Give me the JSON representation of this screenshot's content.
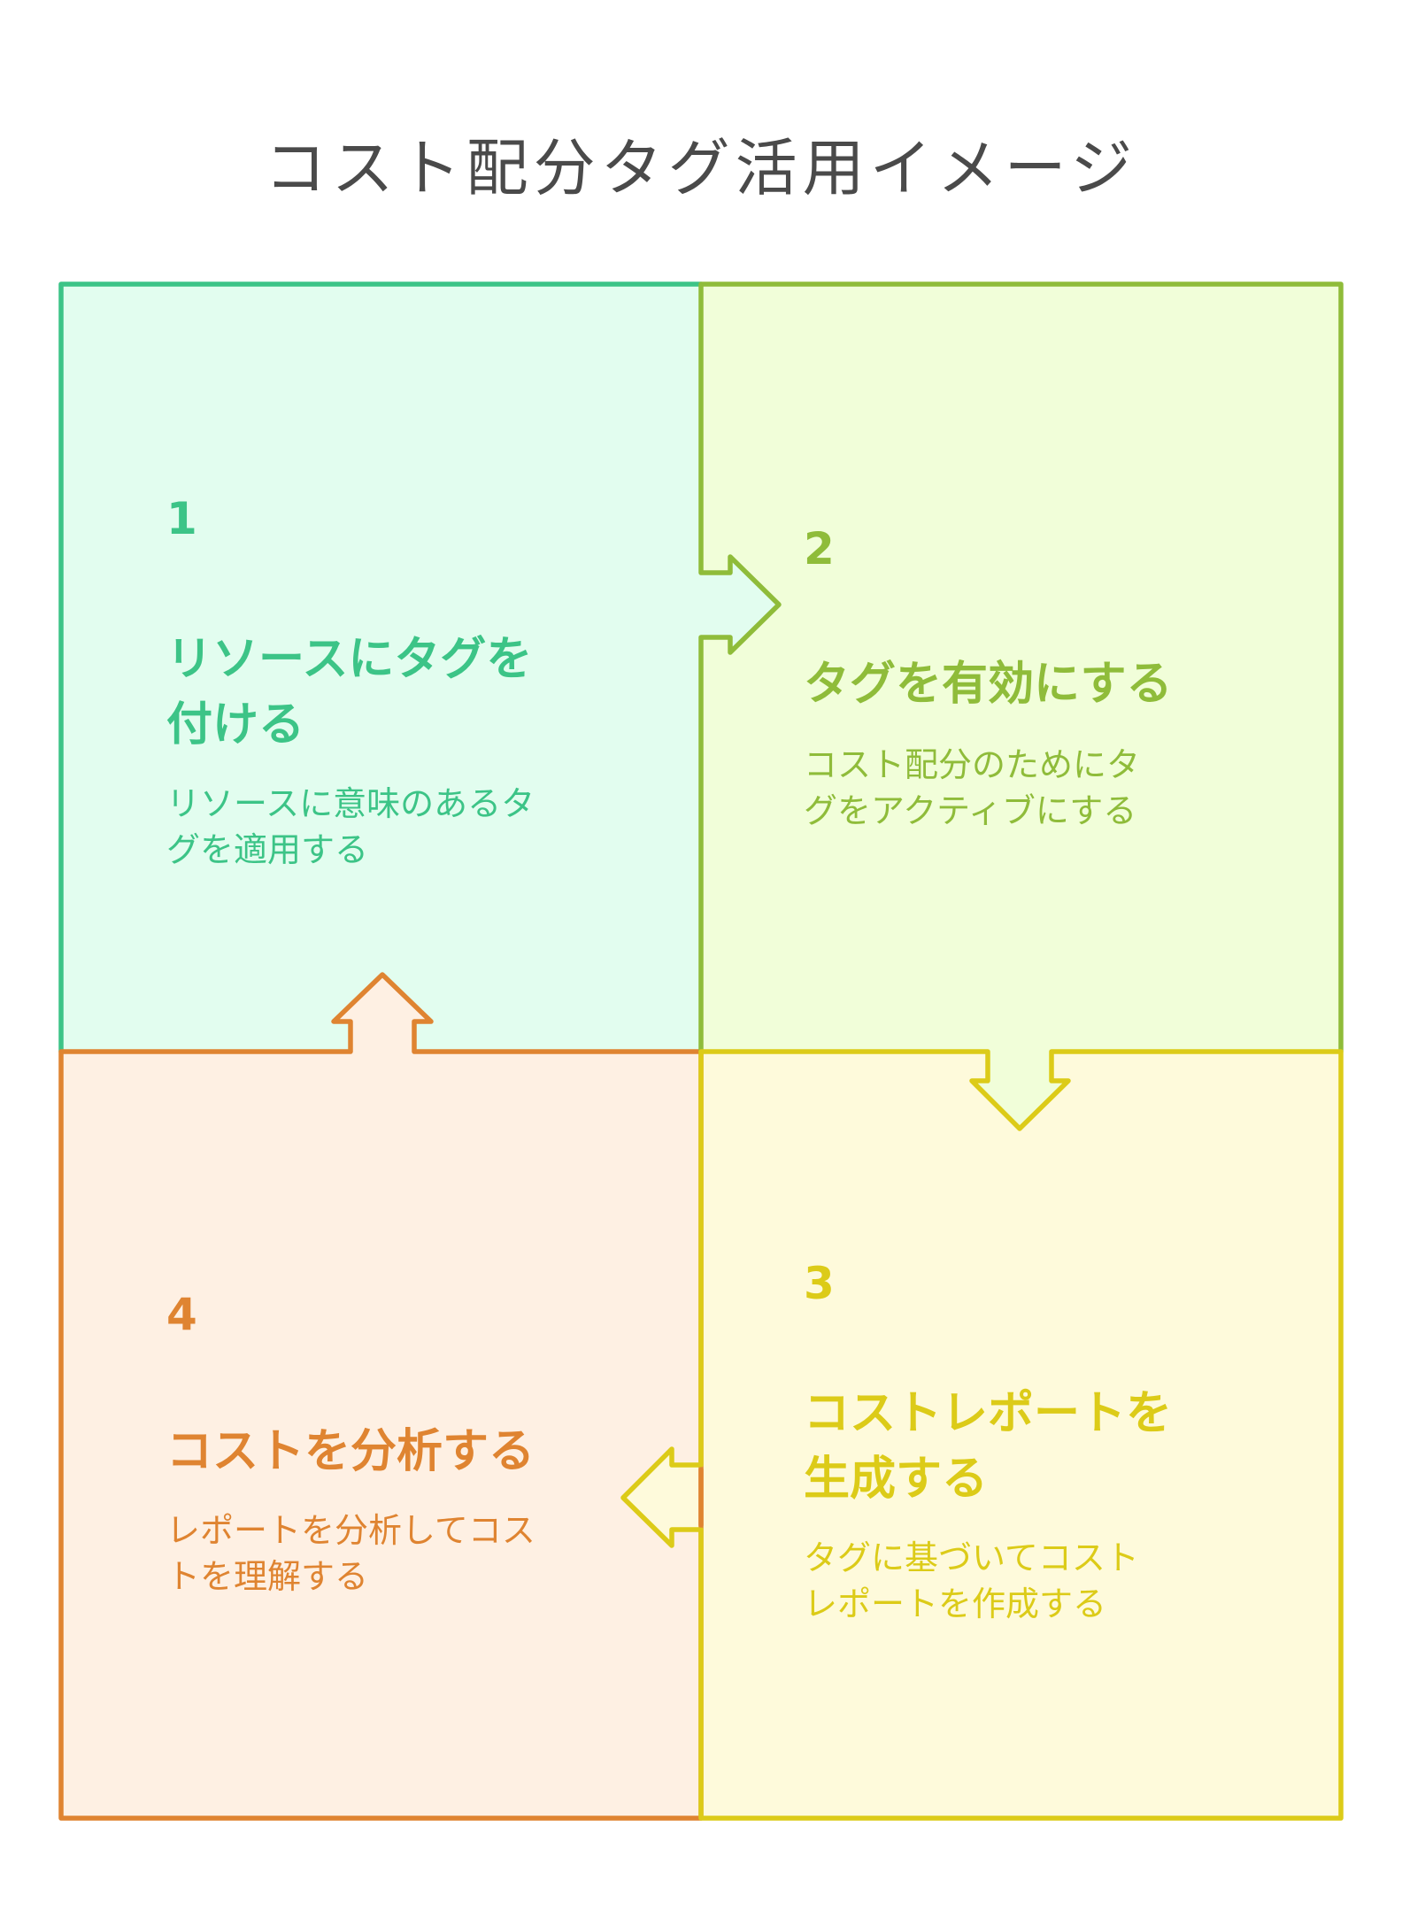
{
  "title": "コスト配分タグ活用イメージ",
  "colors": {
    "step1_stroke": "#3cc487",
    "step1_fill": "#e2fdef",
    "step2_stroke": "#8fbc3a",
    "step2_fill": "#f1fed9",
    "step3_stroke": "#dccb18",
    "step3_fill": "#fefadb",
    "step4_stroke": "#df8431",
    "step4_fill": "#fef0e3",
    "title_text": "#4a4a4a"
  },
  "steps": [
    {
      "number": "1",
      "title_lines": [
        "リソースにタグを",
        "付ける"
      ],
      "desc_lines": [
        "リソースに意味のあるタ",
        "グを適用する"
      ]
    },
    {
      "number": "2",
      "title_lines": [
        "タグを有効にする"
      ],
      "desc_lines": [
        "コスト配分のためにタ",
        "グをアクティブにする"
      ]
    },
    {
      "number": "3",
      "title_lines": [
        "コストレポートを",
        "生成する"
      ],
      "desc_lines": [
        "タグに基づいてコスト",
        "レポートを作成する"
      ]
    },
    {
      "number": "4",
      "title_lines": [
        "コストを分析する"
      ],
      "desc_lines": [
        "レポートを分析してコス",
        "トを理解する"
      ]
    }
  ],
  "arrows": [
    {
      "from": "1",
      "to": "2",
      "direction": "right"
    },
    {
      "from": "2",
      "to": "3",
      "direction": "down"
    },
    {
      "from": "3",
      "to": "4",
      "direction": "left"
    },
    {
      "from": "4",
      "to": "1",
      "direction": "up"
    }
  ]
}
